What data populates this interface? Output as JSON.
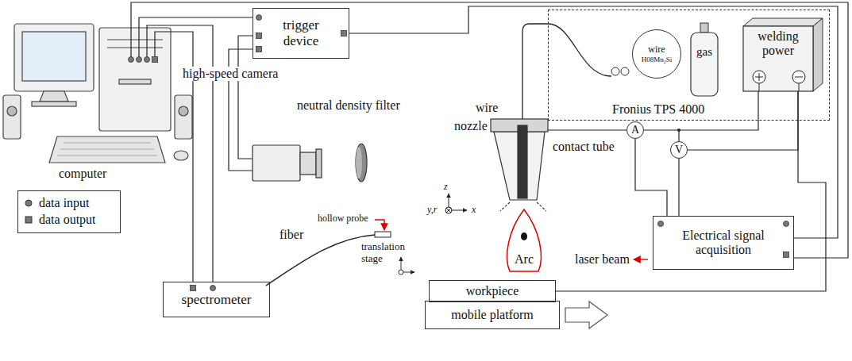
{
  "diagram": {
    "nodes": [
      {
        "text": [
          "trigger device"
        ]
      },
      {
        "text": [
          "spectrometer"
        ]
      },
      {
        "text": [
          "Fronius TPS 4000"
        ]
      },
      {
        "text": [
          "wire",
          "H08Mn₂Si"
        ],
        "in": 2
      },
      {
        "text": [
          "gas"
        ],
        "in": 2
      },
      {
        "text": [
          "welding power"
        ],
        "in": 2
      },
      {
        "text": [
          "A"
        ]
      },
      {
        "text": [
          "V"
        ]
      },
      {
        "text": [
          "Electrical signal acquisition"
        ]
      },
      {
        "text": [
          "workpiece"
        ]
      },
      {
        "text": [
          "mobile platform"
        ]
      },
      {
        "text": [
          "translation stage"
        ]
      },
      {
        "text": [
          "Arc"
        ]
      }
    ],
    "edges": [
      {
        "from": 0,
        "to": 8,
        "arrow": "none"
      },
      {
        "from": 6,
        "to": 5,
        "arrow": "none"
      },
      {
        "from": 7,
        "to": 5,
        "arrow": "none"
      },
      {
        "from": 8,
        "to": 6,
        "arrow": "none"
      },
      {
        "from": 8,
        "to": 7,
        "arrow": "none"
      },
      {
        "from": 9,
        "to": 5,
        "arrow": "none"
      }
    ],
    "labels": [
      "computer",
      "high-speed camera",
      "neutral density filter",
      "hollow probe",
      "fiber",
      "wire",
      "nozzle",
      "contact tube",
      "laser beam",
      "z",
      "y,r",
      "x"
    ],
    "legend": [
      {
        "text": "data input"
      },
      {
        "text": "data output"
      }
    ]
  }
}
